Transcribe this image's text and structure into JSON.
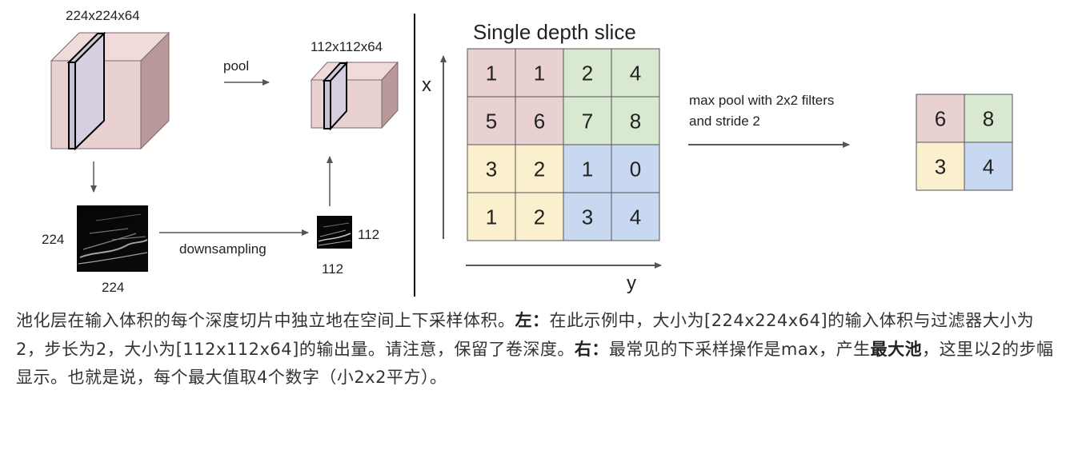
{
  "figure": {
    "left": {
      "input_dims": "224x224x64",
      "pool_label": "pool",
      "output_dims": "112x112x64",
      "downsampling_label": "downsampling",
      "large_map": {
        "side_label": "224",
        "bottom_label": "224"
      },
      "small_map": {
        "side_label": "112",
        "bottom_label": "112"
      }
    },
    "right": {
      "slice_title": "Single depth slice",
      "x_axis_label": "x",
      "y_axis_label": "y",
      "input_grid": [
        [
          1,
          1,
          2,
          4
        ],
        [
          5,
          6,
          7,
          8
        ],
        [
          3,
          2,
          1,
          0
        ],
        [
          1,
          2,
          3,
          4
        ]
      ],
      "operation_line1": "max pool with 2x2 filters",
      "operation_line2": "and stride 2",
      "output_grid": [
        [
          6,
          8
        ],
        [
          3,
          4
        ]
      ],
      "quadrant_colors": {
        "top_left": "#ead1d1",
        "top_right": "#d8e8d1",
        "bottom_left": "#fbf0cd",
        "bottom_right": "#c9d8f1"
      }
    }
  },
  "caption": {
    "part1": "池化层在输入体积的每个深度切片中独立地在空间上下采样体积。",
    "left_label": "左：",
    "part2": "在此示例中，大小为[224x224x64]的输入体积与过滤器大小为2，步长为2，大小为[112x112x64]的输出量。请注意，保留了卷深度。",
    "right_label": "右：",
    "part3": "最常见的下采样操作是max，产生",
    "max_pool_term": "最大池",
    "part4": "，这里以2的步幅显示。也就是说，每个最大值取4个数字（小2x2平方）。"
  }
}
